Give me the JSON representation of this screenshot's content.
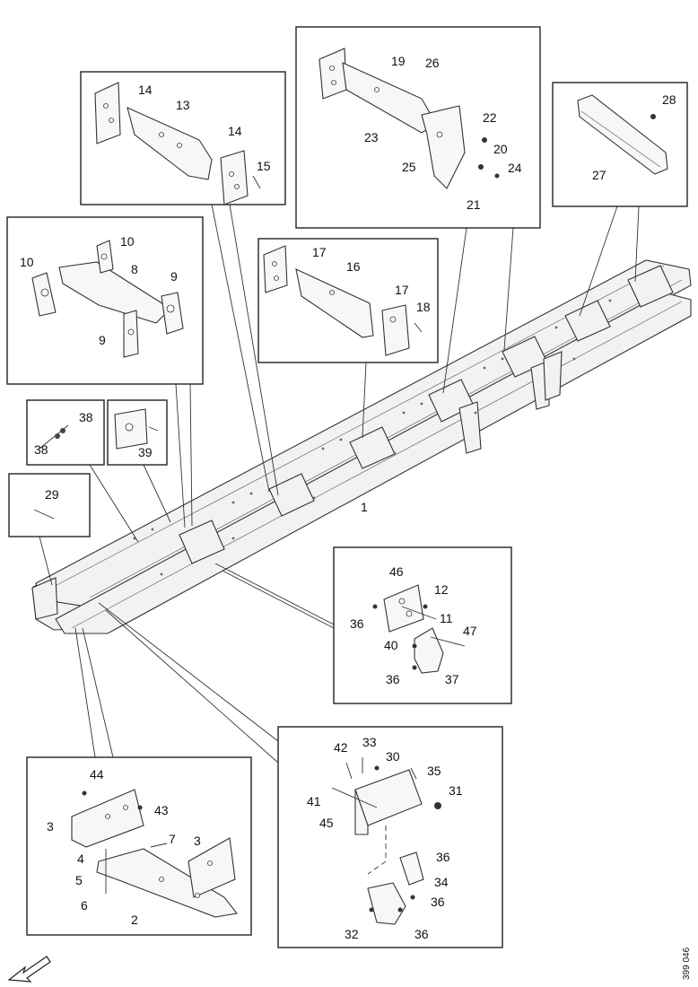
{
  "diagram": {
    "reference_code": "399 046",
    "callouts": {
      "c1": "1",
      "c2": "2",
      "c3a": "3",
      "c3b": "3",
      "c4": "4",
      "c5": "5",
      "c6": "6",
      "c7": "7",
      "c8": "8",
      "c9a": "9",
      "c9b": "9",
      "c10a": "10",
      "c10b": "10",
      "c11": "11",
      "c12": "12",
      "c13": "13",
      "c14a": "14",
      "c14b": "14",
      "c15": "15",
      "c16": "16",
      "c17a": "17",
      "c17b": "17",
      "c18": "18",
      "c19": "19",
      "c20": "20",
      "c21": "21",
      "c22": "22",
      "c23": "23",
      "c24": "24",
      "c25": "25",
      "c26": "26",
      "c27": "27",
      "c28": "28",
      "c29": "29",
      "c30": "30",
      "c31": "31",
      "c32": "32",
      "c33": "33",
      "c34": "34",
      "c35": "35",
      "c36a": "36",
      "c36b": "36",
      "c36c": "36",
      "c36d": "36",
      "c36e": "36",
      "c37": "37",
      "c38a": "38",
      "c38b": "38",
      "c39": "39",
      "c40": "40",
      "c41": "41",
      "c42": "42",
      "c43": "43",
      "c44": "44",
      "c45": "45",
      "c46": "46",
      "c47": "47"
    },
    "icons": {
      "direction": "front-direction-arrow-icon"
    }
  }
}
